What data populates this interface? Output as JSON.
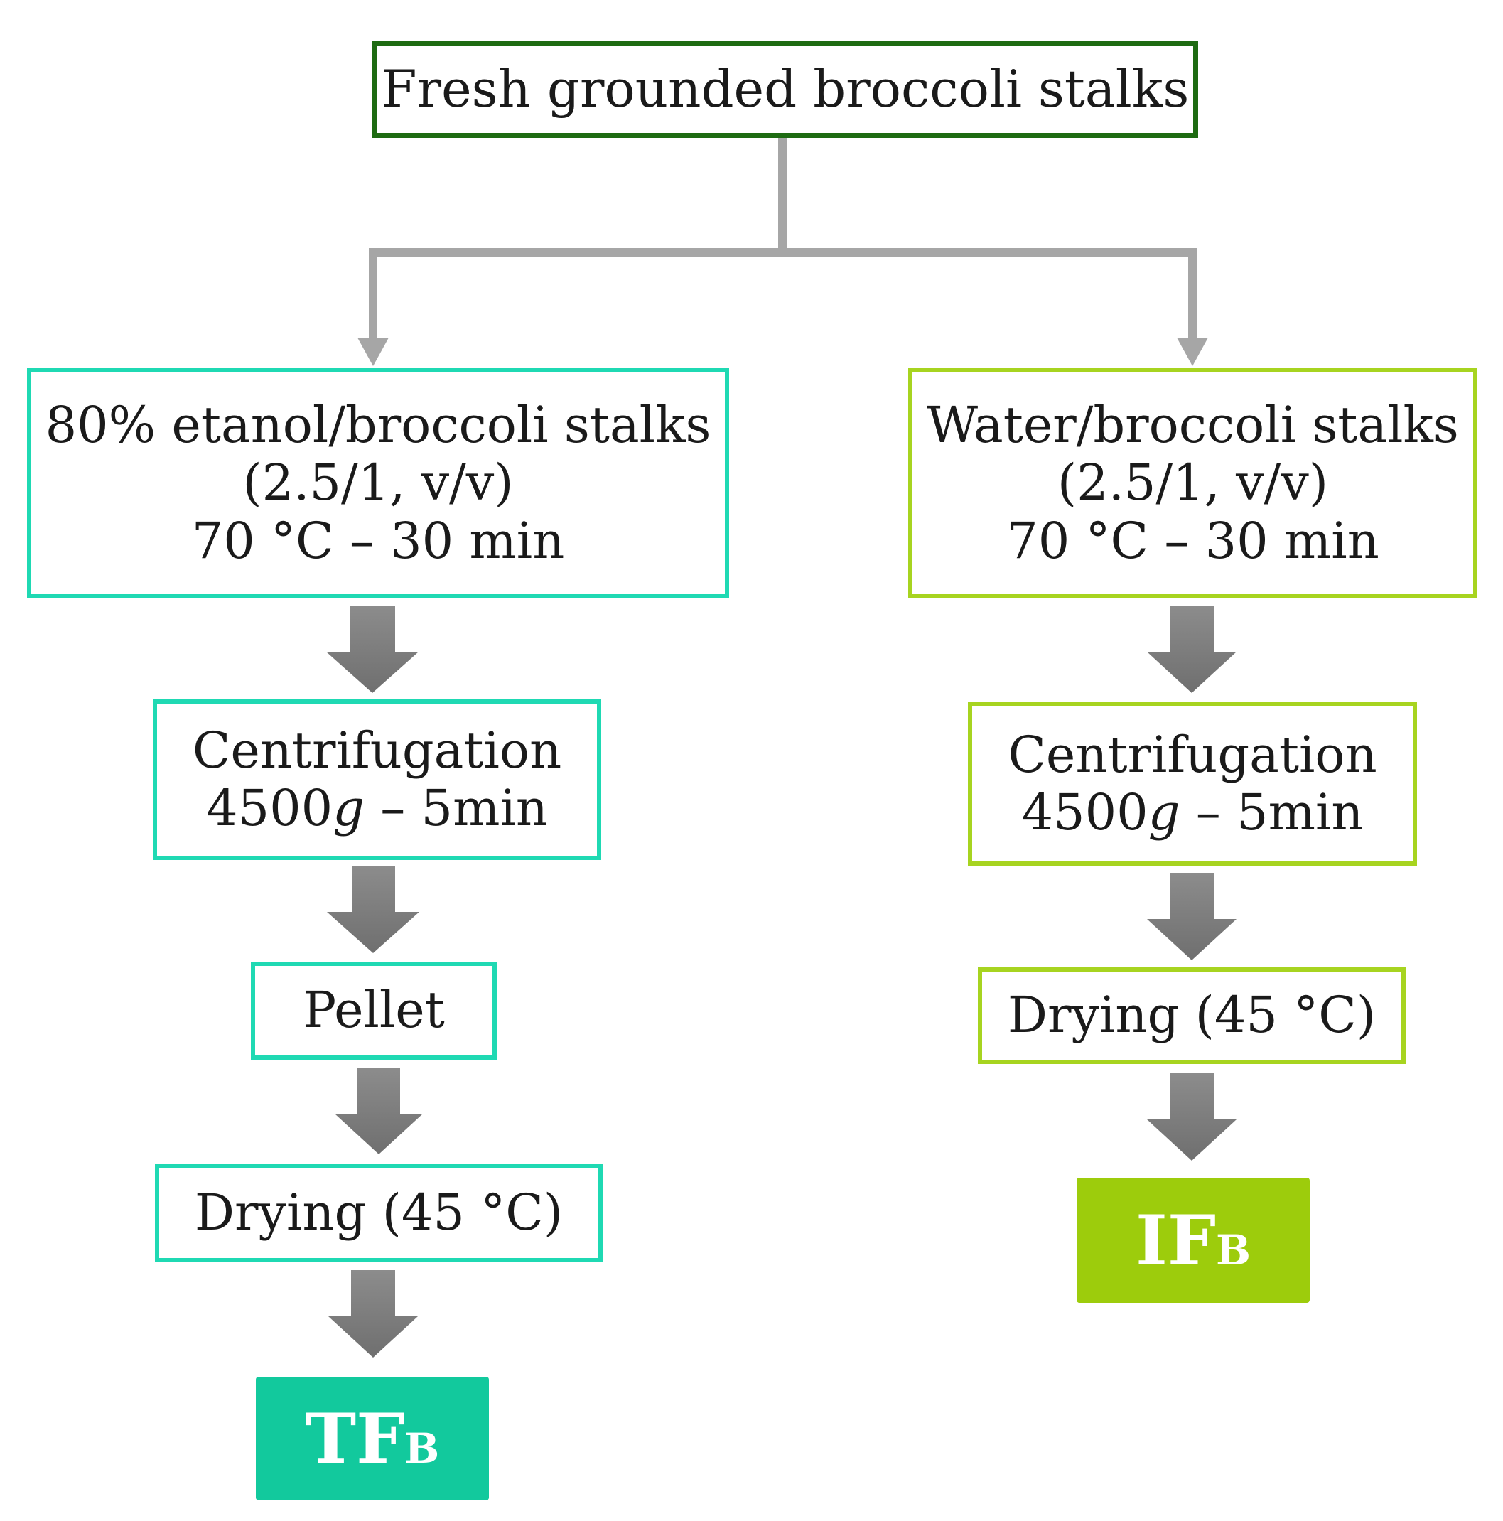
{
  "colors": {
    "top_border": "#1e6b12",
    "teal": "#1fd9b3",
    "teal_fill": "#12c99d",
    "lime": "#a7d420",
    "lime_fill": "#9dcc0c",
    "connector": "#a6a6a6",
    "arrow": "#7a7a7a"
  },
  "top": {
    "label": "Fresh grounded broccoli stalks"
  },
  "left": {
    "extraction": {
      "line1": "80% etanol/broccoli stalks",
      "line2": "(2.5/1, v/v)",
      "line3": "70 °C – 30 min"
    },
    "centrifugation": {
      "line1": "Centrifugation",
      "line2_prefix": "4500",
      "line2_italic": "g",
      "line2_suffix": " – 5min"
    },
    "pellet": "Pellet",
    "drying": "Drying (45 °C)",
    "product": {
      "main": "TF",
      "sub": "B"
    }
  },
  "right": {
    "extraction": {
      "line1": "Water/broccoli stalks",
      "line2": "(2.5/1, v/v)",
      "line3": "70 °C – 30 min"
    },
    "centrifugation": {
      "line1": "Centrifugation",
      "line2_prefix": "4500",
      "line2_italic": "g",
      "line2_suffix": " – 5min"
    },
    "drying": "Drying (45 °C)",
    "product": {
      "main": "IF",
      "sub": "B"
    }
  }
}
